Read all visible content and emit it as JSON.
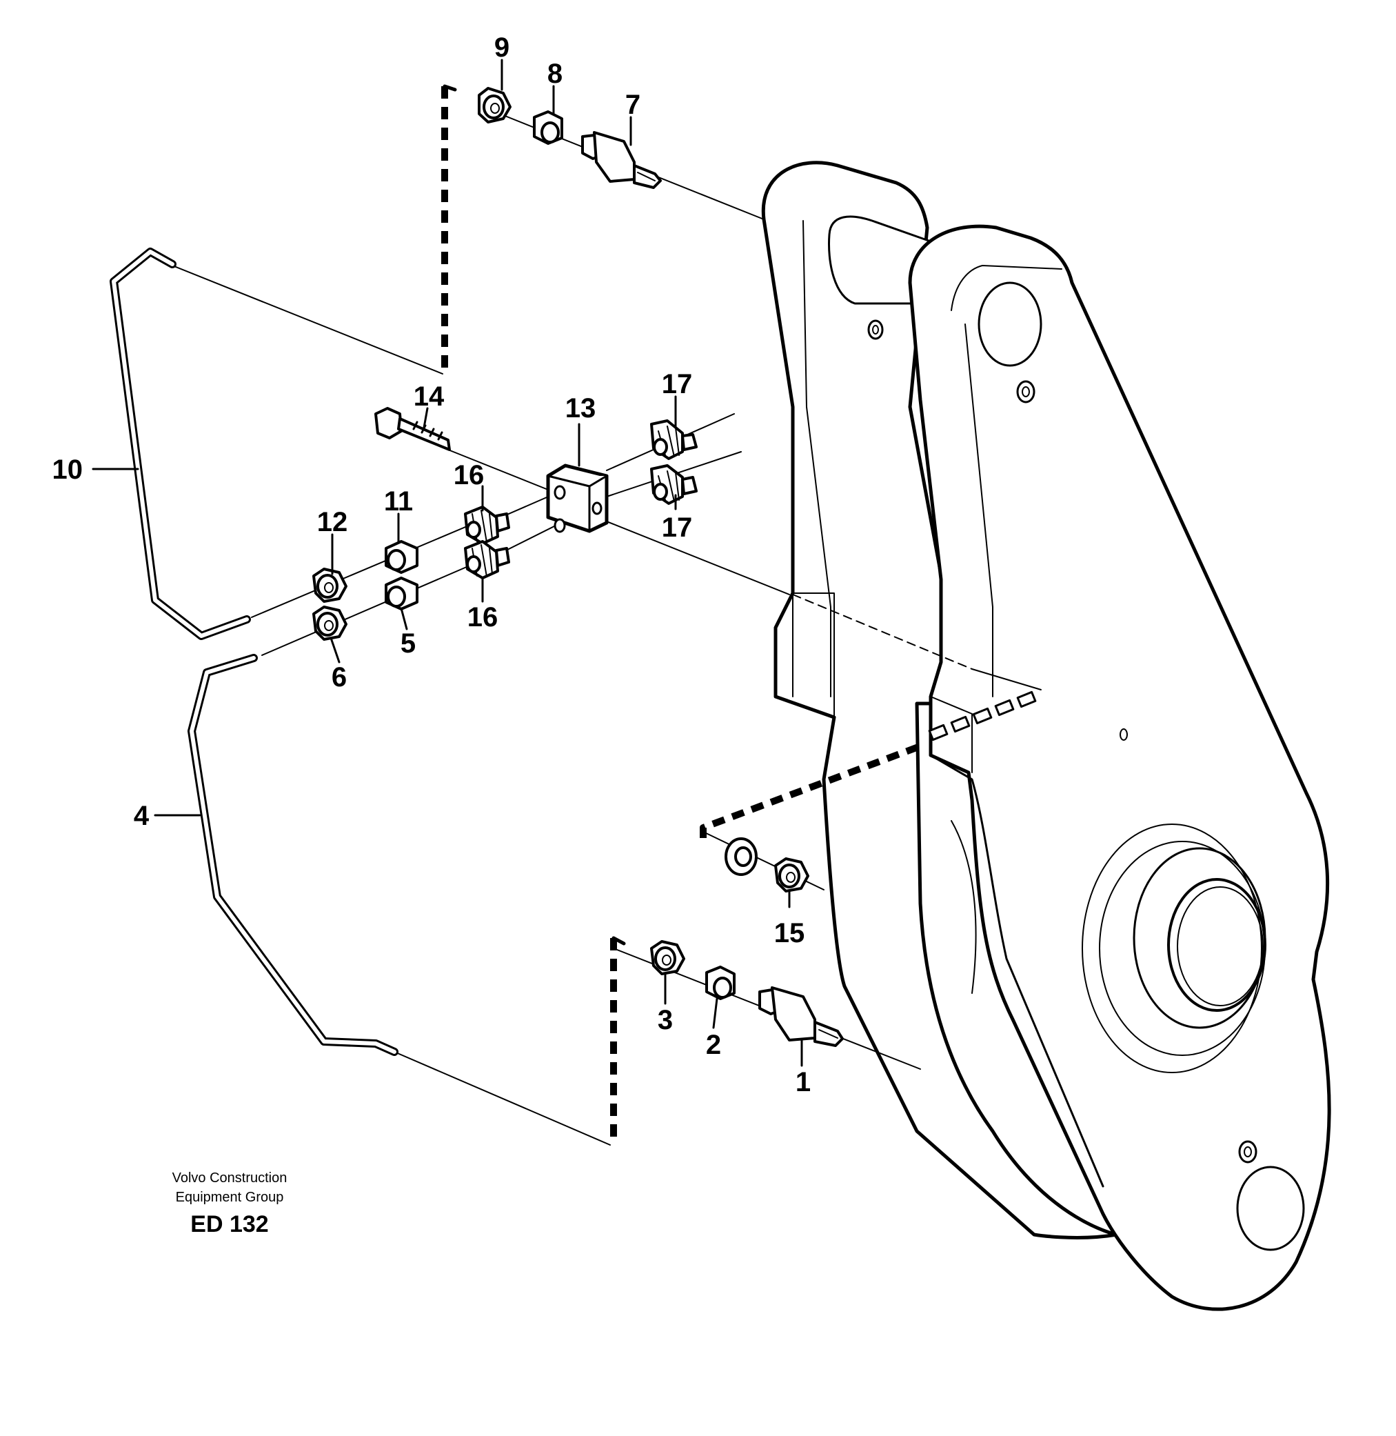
{
  "diagram": {
    "callouts": [
      {
        "id": "1",
        "text": "1"
      },
      {
        "id": "2",
        "text": "2"
      },
      {
        "id": "3",
        "text": "3"
      },
      {
        "id": "4",
        "text": "4"
      },
      {
        "id": "5",
        "text": "5"
      },
      {
        "id": "6",
        "text": "6"
      },
      {
        "id": "7",
        "text": "7"
      },
      {
        "id": "8",
        "text": "8"
      },
      {
        "id": "9",
        "text": "9"
      },
      {
        "id": "10",
        "text": "10"
      },
      {
        "id": "11",
        "text": "11"
      },
      {
        "id": "12",
        "text": "12"
      },
      {
        "id": "13",
        "text": "13"
      },
      {
        "id": "14",
        "text": "14"
      },
      {
        "id": "15",
        "text": "15"
      },
      {
        "id": "16a",
        "text": "16"
      },
      {
        "id": "16b",
        "text": "16"
      },
      {
        "id": "17a",
        "text": "17"
      },
      {
        "id": "17b",
        "text": "17"
      }
    ],
    "caption": {
      "line1": "Volvo Construction",
      "line2": "Equipment Group",
      "code": "ED 132"
    }
  }
}
